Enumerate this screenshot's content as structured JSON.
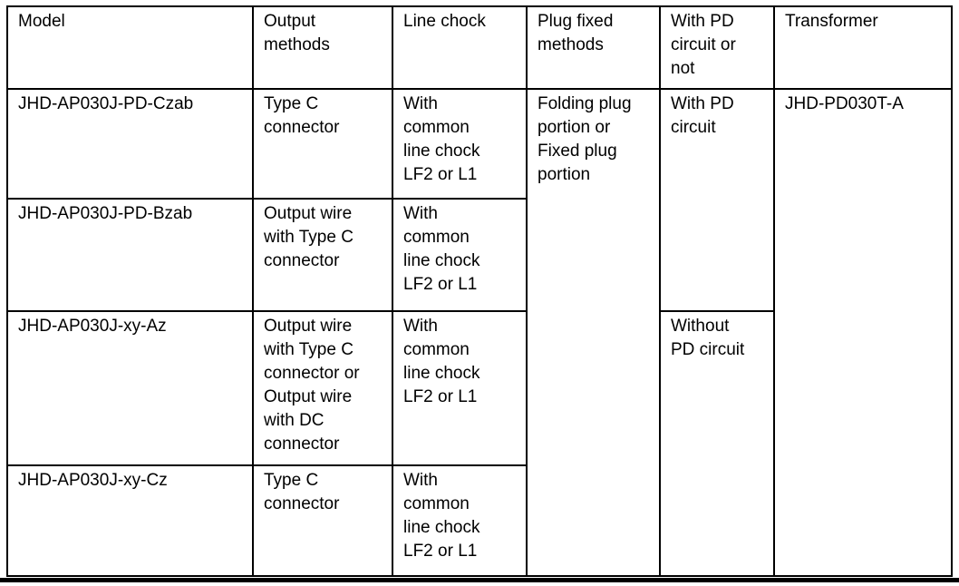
{
  "page": {
    "background_color": "#ffffff",
    "border_color": "#000000",
    "text_color": "#000000"
  },
  "table": {
    "headers": [
      "Model",
      "Output\nmethods",
      "Line chock",
      "Plug fixed\nmethods",
      "With PD\ncircuit or\nnot",
      "Transformer"
    ],
    "rows": [
      {
        "model": "JHD-AP030J-PD-Czab",
        "output_method": "Type C\nconnector",
        "line_chock": "With\ncommon\nline chock\nLF2 or L1",
        "plug_fixed": "Folding plug\nportion or\nFixed plug\nportion",
        "pd_circuit": "With PD\ncircuit",
        "transformer": "JHD-PD030T-A"
      },
      {
        "model": "JHD-AP030J-PD-Bzab",
        "output_method": "Output wire\nwith Type C\nconnector",
        "line_chock": "With\ncommon\nline chock\nLF2 or L1"
      },
      {
        "model": "JHD-AP030J-xy-Az",
        "output_method": "Output wire\nwith Type C\nconnector or\nOutput wire\nwith DC\nconnector",
        "line_chock": "With\ncommon\nline chock\nLF2 or L1",
        "pd_circuit": "Without\nPD circuit"
      },
      {
        "model": "JHD-AP030J-xy-Cz",
        "output_method": "Type C\nconnector",
        "line_chock": "With\ncommon\nline chock\nLF2 or L1"
      }
    ]
  }
}
